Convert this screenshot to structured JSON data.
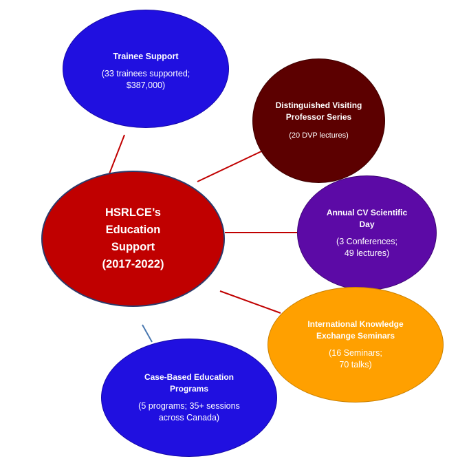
{
  "colors": {
    "center_fill": "#c00000",
    "blue_fill": "#2010e0",
    "maroon_fill": "#5c0000",
    "purple_fill": "#5c0aa6",
    "orange_fill": "#ffa000",
    "red_connector": "#c00000",
    "blue_connector": "#4a78b0"
  },
  "center": {
    "title": "HSRLCE’s\nEducation\nSupport\n(2017-2022)"
  },
  "nodes": {
    "trainee": {
      "title": "Trainee Support",
      "detail": "(33 trainees supported;\n$387,000)"
    },
    "dvp": {
      "title": "Distinguished Visiting\nProfessor Series",
      "detail": "(20 DVP lectures)"
    },
    "cv": {
      "title": "Annual CV Scientific\nDay",
      "detail": "(3 Conferences;\n49 lectures)"
    },
    "ikes": {
      "title": "International Knowledge\nExchange Seminars",
      "detail": "(16 Seminars;\n70 talks)"
    },
    "cbep": {
      "title": "Case-Based Education\nPrograms",
      "detail": "(5 programs; 35+ sessions\nacross Canada)"
    }
  }
}
